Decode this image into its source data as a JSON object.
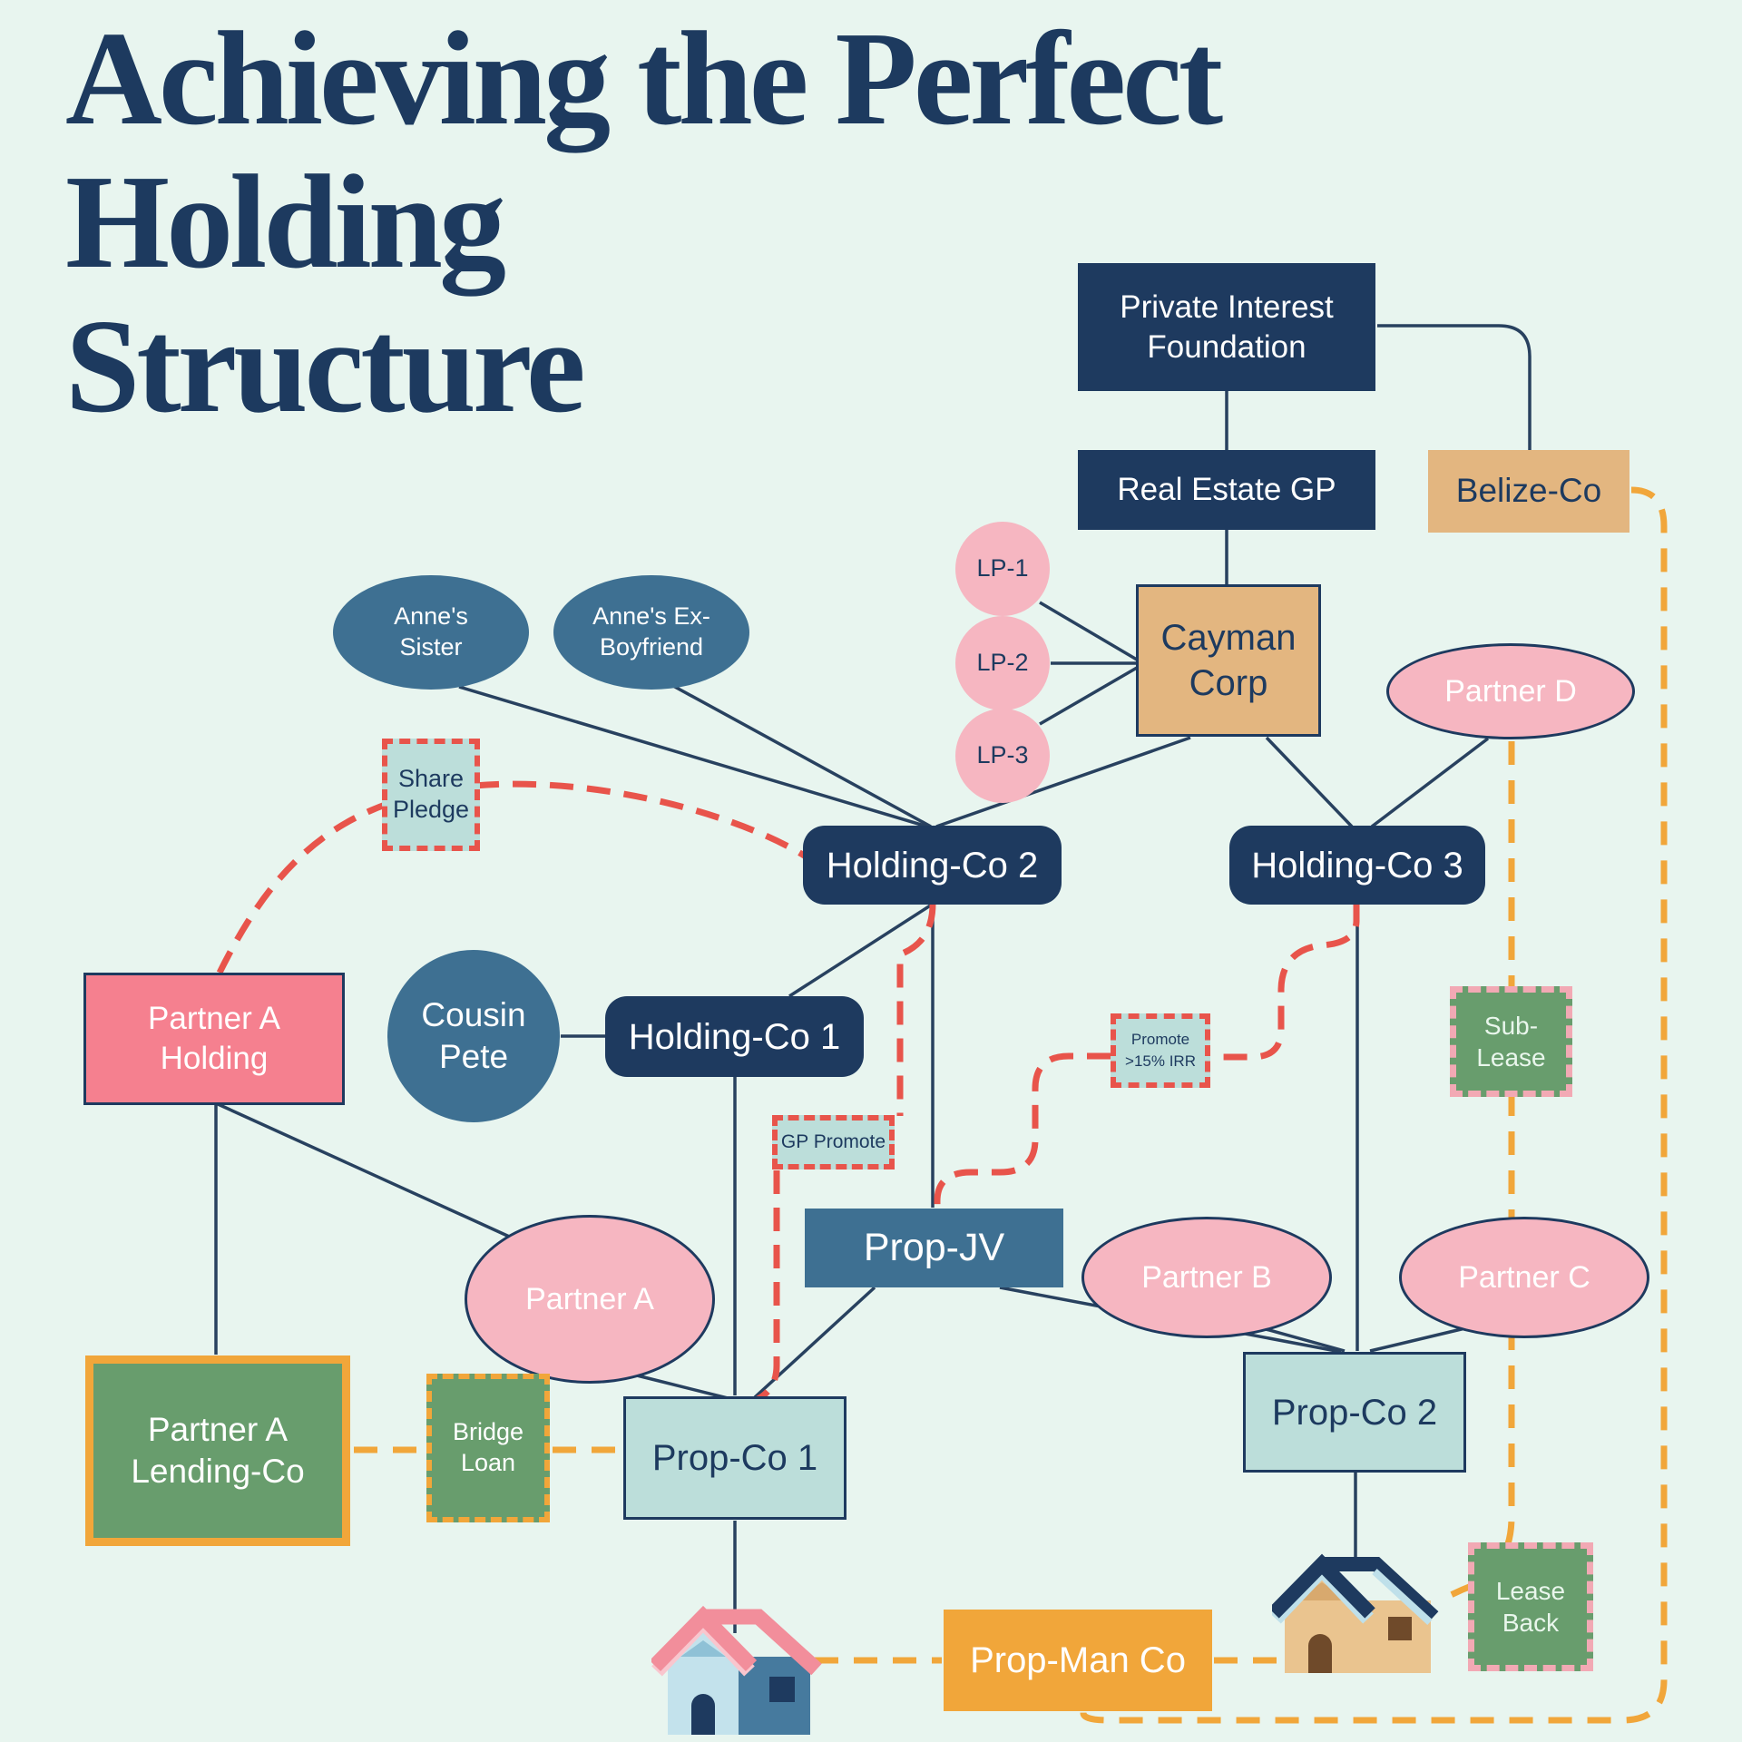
{
  "title": {
    "lines": [
      "Achieving the Perfect",
      "Holding",
      "Structure"
    ]
  },
  "nodes": {
    "pif": {
      "label": "Private Interest Foundation"
    },
    "regp": {
      "label": "Real Estate GP"
    },
    "belize": {
      "label": "Belize-Co"
    },
    "cayman": {
      "label": "Cayman Corp"
    },
    "lp1": {
      "label": "LP-1"
    },
    "lp2": {
      "label": "LP-2"
    },
    "lp3": {
      "label": "LP-3"
    },
    "annes_sister": {
      "label": "Anne's Sister"
    },
    "annes_ex": {
      "label": "Anne's Ex-Boyfriend"
    },
    "partner_d": {
      "label": "Partner D"
    },
    "share_pledge": {
      "label": "Share Pledge"
    },
    "hc2": {
      "label": "Holding-Co 2"
    },
    "hc3": {
      "label": "Holding-Co 3"
    },
    "partner_a_holding": {
      "label": "Partner A Holding"
    },
    "cousin_pete": {
      "label": "Cousin Pete"
    },
    "hc1": {
      "label": "Holding-Co 1"
    },
    "promote_irr": {
      "label": "Promote >15% IRR"
    },
    "sub_lease": {
      "label": "Sub-Lease"
    },
    "gp_promote": {
      "label": "GP Promote"
    },
    "partner_a": {
      "label": "Partner A"
    },
    "prop_jv": {
      "label": "Prop-JV"
    },
    "partner_b": {
      "label": "Partner B"
    },
    "partner_c": {
      "label": "Partner C"
    },
    "partner_a_lending": {
      "label": "Partner A Lending-Co"
    },
    "bridge_loan": {
      "label": "Bridge Loan"
    },
    "prop_co1": {
      "label": "Prop-Co 1"
    },
    "prop_co2": {
      "label": "Prop-Co 2"
    },
    "prop_man": {
      "label": "Prop-Man Co"
    },
    "lease_back": {
      "label": "Lease Back"
    }
  },
  "colors": {
    "background": "#e8f5ef",
    "navy": "#1e3a5f",
    "steel_blue": "#3e7092",
    "pink": "#f6b6c1",
    "salmon": "#f5808f",
    "tan": "#e3b680",
    "light_teal": "#bcdeda",
    "green": "#689d6d",
    "orange": "#f1a63a",
    "red_dash": "#e8544b",
    "pink_dash": "#f2a9b4"
  }
}
